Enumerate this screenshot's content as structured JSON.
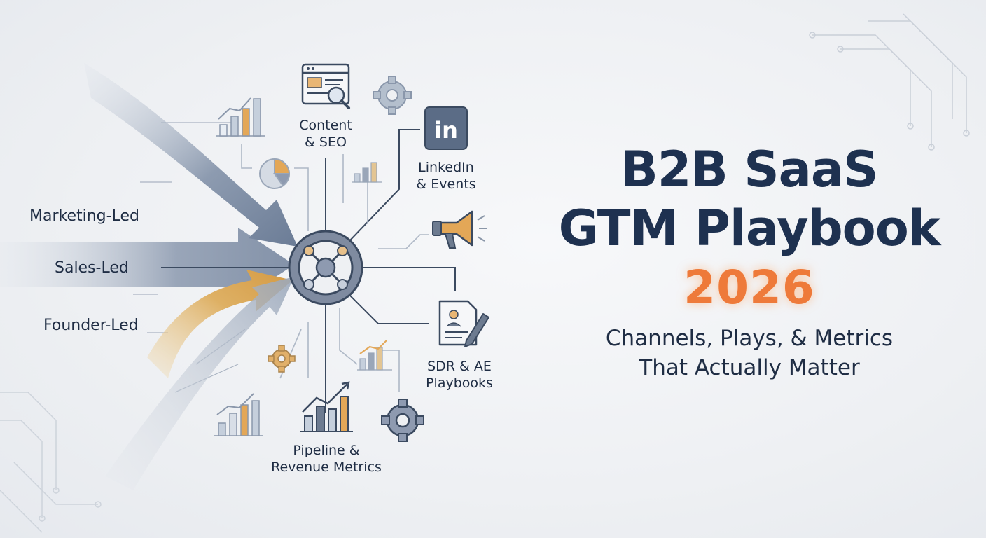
{
  "strategies": [
    {
      "label": "Marketing-Led",
      "color": "#6d7f98"
    },
    {
      "label": "Sales-Led",
      "color": "#7b8aa2"
    },
    {
      "label": "Founder-Led",
      "color": "#d9a54e"
    }
  ],
  "nodes": {
    "content_seo": {
      "line1": "Content",
      "line2": "& SEO",
      "icon": "webpage-magnifier-icon"
    },
    "linkedin": {
      "line1": "LinkedIn",
      "line2": "& Events",
      "icon": "linkedin-icon",
      "icon_text": "in"
    },
    "sdr_ae": {
      "line1": "SDR & AE",
      "line2": "Playbooks",
      "icon": "document-pen-icon"
    },
    "pipeline": {
      "line1": "Pipeline &",
      "line2": "Revenue Metrics",
      "icon": "bar-chart-trend-icon"
    }
  },
  "title": {
    "line1": "B2B SaaS",
    "line2": "GTM Playbook",
    "year": "2026",
    "subtitle_line1": "Channels, Plays, & Metrics",
    "subtitle_line2": "That Actually Matter"
  },
  "colors": {
    "navy": "#1e3150",
    "slate": "#5c6b80",
    "accent_gold": "#d9a54e",
    "accent_orange": "#ee7a3a",
    "background": "#eef0f3"
  }
}
